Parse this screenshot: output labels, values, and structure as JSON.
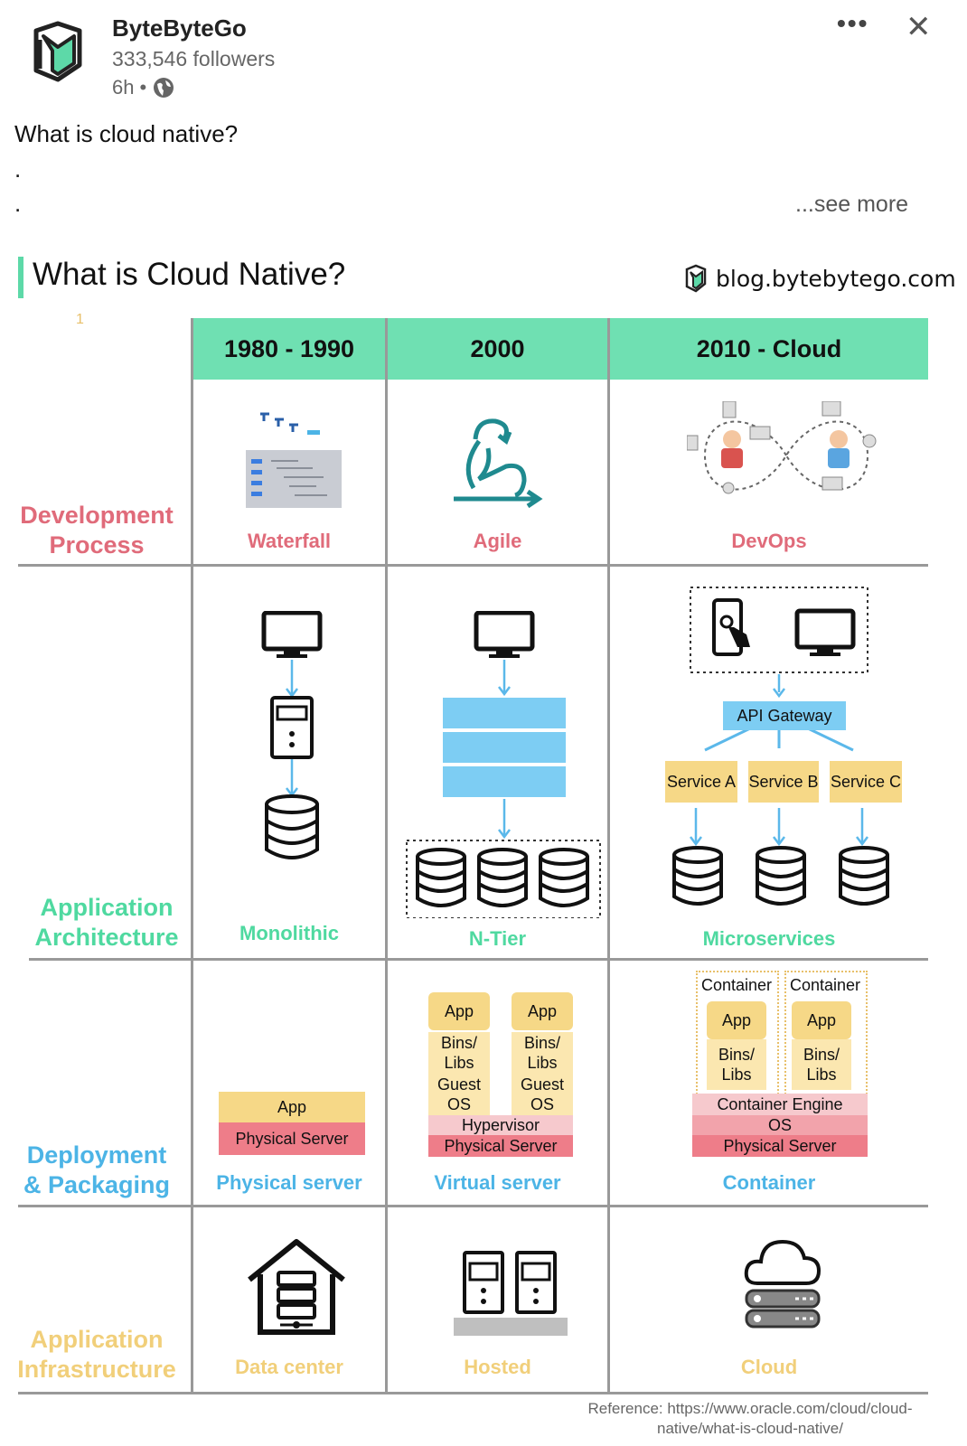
{
  "post": {
    "author": "ByteByteGo",
    "followers": "333,546 followers",
    "time": "6h",
    "time_sep": "•",
    "more_label": "•••",
    "close_label": "✕",
    "text": "What is cloud native?",
    "dot1": ".",
    "dot2": ".",
    "see_more": "...see more"
  },
  "infographic": {
    "title": "What is Cloud Native?",
    "site": "blog.bytebytego.com",
    "marker": "1",
    "columns": [
      "1980 - 1990",
      "2000",
      "2010 - Cloud"
    ],
    "rows": {
      "dev": {
        "label_line1": "Development",
        "label_line2": "Process",
        "captions": [
          "Waterfall",
          "Agile",
          "DevOps"
        ]
      },
      "arch": {
        "label_line1": "Application",
        "label_line2": "Architecture",
        "captions": [
          "Monolithic",
          "N-Tier",
          "Microservices"
        ]
      },
      "deploy": {
        "label_line1": "Deployment",
        "label_line2": "& Packaging",
        "captions": [
          "Physical server",
          "Virtual server",
          "Container"
        ]
      },
      "infra": {
        "label_line1": "Application",
        "label_line2": "Infrastructure",
        "captions": [
          "Data center",
          "Hosted",
          "Cloud"
        ]
      }
    },
    "micro": {
      "gateway": "API Gateway",
      "service_a": "Service A",
      "service_b": "Service B",
      "service_c": "Service C"
    },
    "physical": {
      "app": "App",
      "server": "Physical Server"
    },
    "virtual": {
      "app": "App",
      "bins": "Bins/ Libs",
      "guest": "Guest OS",
      "hypervisor": "Hypervisor",
      "server": "Physical Server"
    },
    "container": {
      "label": "Container",
      "app": "App",
      "bins": "Bins/ Libs",
      "engine": "Container Engine",
      "os": "OS",
      "server": "Physical Server"
    },
    "reference_line1": "Reference: https://www.oracle.com/cloud/cloud-",
    "reference_line2": "native/what-is-cloud-native/"
  },
  "colors": {
    "header_green": "#6fe0b2",
    "pink": "#e06b7a",
    "green": "#4fd9a0",
    "blue": "#4cb4e6",
    "yellow": "#f1cf7a"
  }
}
